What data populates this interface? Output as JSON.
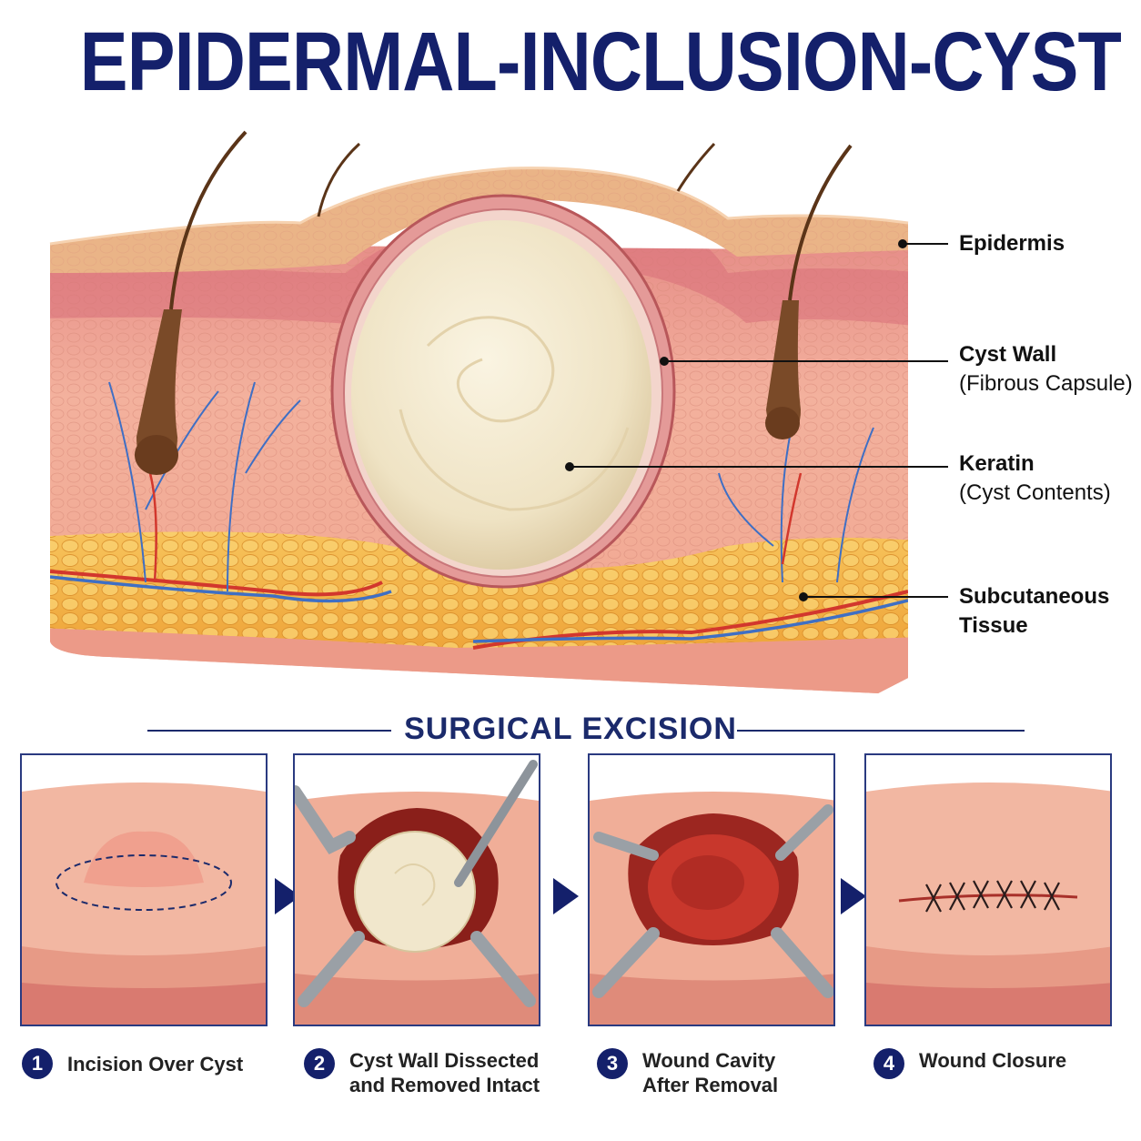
{
  "title": "EPIDERMAL-INCLUSION-CYST",
  "labels": {
    "epidermis": "Epidermis",
    "cyst_wall": "Cyst Wall",
    "cyst_wall_sub": "(Fibrous Capsule)",
    "keratin": "Keratin",
    "keratin_sub": "(Cyst Contents)",
    "subcut_1": "Subcutaneous",
    "subcut_2": "Tissue"
  },
  "section_title": "SURGICAL EXCISION",
  "steps": [
    {
      "num": "1",
      "line1": "Incision Over Cyst",
      "line2": ""
    },
    {
      "num": "2",
      "line1": "Cyst Wall Dissected",
      "line2": "and Removed Intact"
    },
    {
      "num": "3",
      "line1": "Wound Cavity",
      "line2": "After Removal"
    },
    {
      "num": "4",
      "line1": "Wound Closure",
      "line2": ""
    }
  ],
  "colors": {
    "title": "#14206b",
    "epidermis": "#eab487",
    "dermis": "#f0a592",
    "fat": "#f4b64a",
    "keratin": "#f1e7cc",
    "capsule": "#e49a98",
    "blood_red": "#d2372d",
    "blood_blue": "#3f6fc4"
  }
}
